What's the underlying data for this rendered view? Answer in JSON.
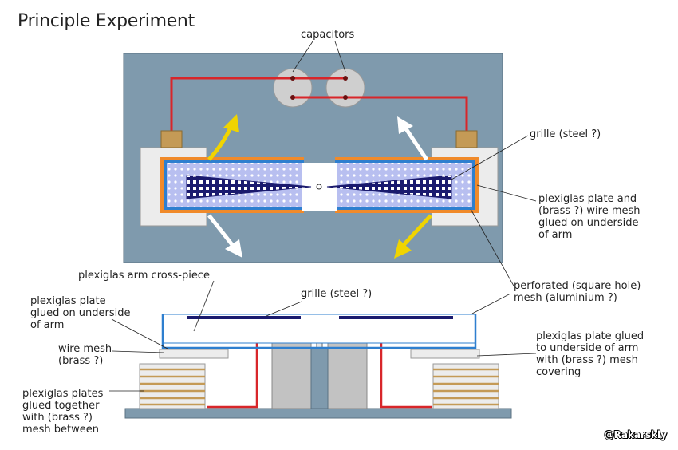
{
  "title": "Principle Experiment",
  "labels": {
    "capacitors": "capacitors",
    "grille_top": "grille (steel ?)",
    "plexiglas_plate_top": "plexiglas plate and\n(brass ?) wire mesh\nglued on underside\nof arm",
    "arm_cross_piece": "plexiglas arm cross-piece",
    "perforated_mesh": "perforated (square hole)\nmesh (aluminium ?)",
    "grille_side": "grille (steel ?)",
    "plate_left": "plexiglas plate\nglued on underside\nof arm",
    "wire_mesh": "wire mesh\n(brass ?)",
    "plates_glued": "plexiglas plates\nglued together\nwith (brass ?)\nmesh between",
    "plate_right": "plexiglas plate glued\nto underside of arm\nwith (brass ?) mesh\ncovering"
  },
  "credit": "@Rakarskiy",
  "colors": {
    "panel": "#7f9aad",
    "wire_red": "#d8262a",
    "arrow_yellow": "#f0d400",
    "plexiglas_blue": "#2e7fcf",
    "grille_navy": "#1a1a6e",
    "mesh_lilac": "#b8bff0",
    "brass": "#c49a56",
    "block_gray": "#bfbfbf",
    "orange_frame": "#f08a2a"
  }
}
